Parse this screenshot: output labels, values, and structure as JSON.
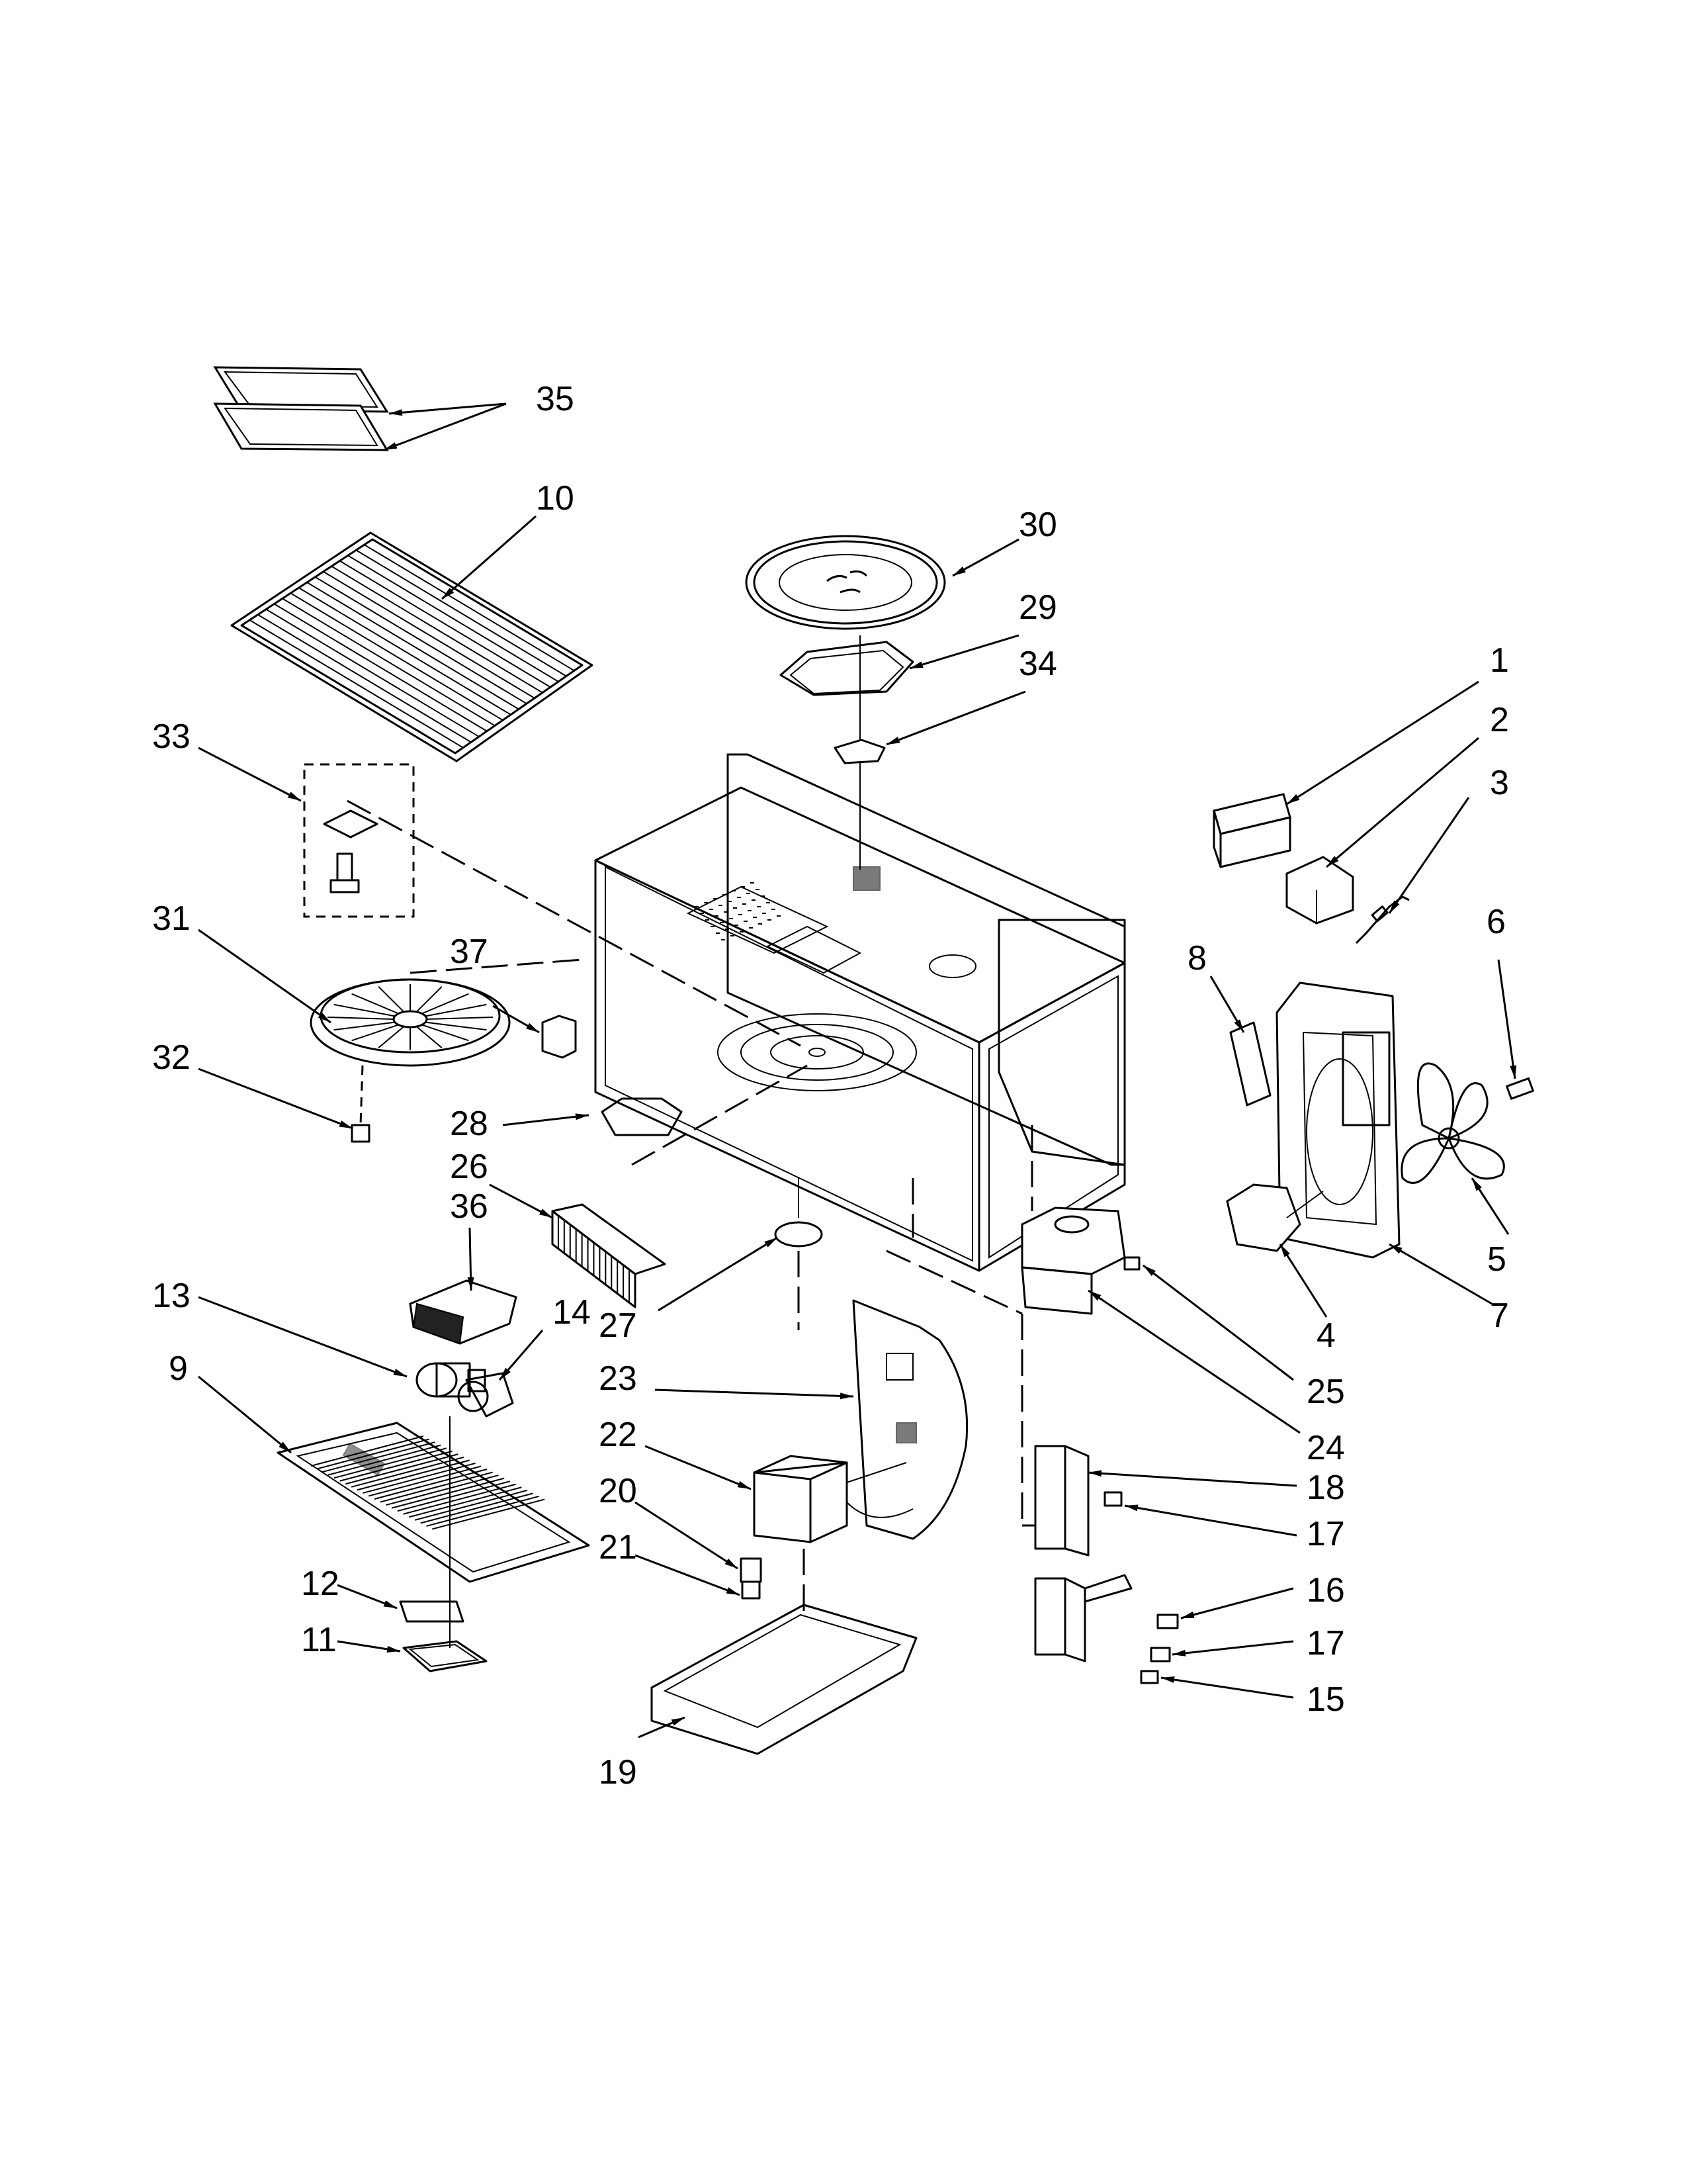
{
  "labels": [
    "1",
    "2",
    "3",
    "4",
    "5",
    "6",
    "7",
    "8",
    "9",
    "10",
    "11",
    "12",
    "13",
    "14",
    "15",
    "16",
    "17",
    "17",
    "18",
    "19",
    "20",
    "21",
    "22",
    "23",
    "24",
    "25",
    "26",
    "27",
    "28",
    "29",
    "30",
    "31",
    "32",
    "33",
    "34",
    "35",
    "36",
    "37"
  ]
}
